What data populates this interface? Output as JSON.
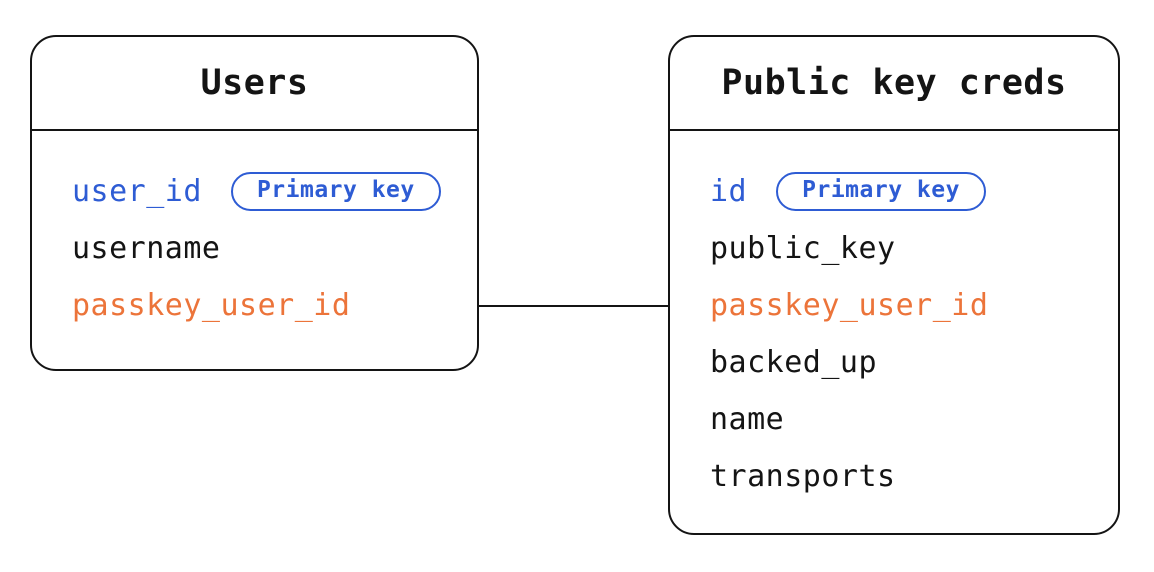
{
  "colors": {
    "background": "#ffffff",
    "outline_and_text": "#141414",
    "primary_key_blue": "#2e5cd4",
    "linked_field_orange": "#ec743a"
  },
  "diagram": {
    "tables": [
      {
        "title": "Users",
        "fields": [
          {
            "name": "user_id",
            "role": "primary",
            "badge": "Primary key"
          },
          {
            "name": "username",
            "role": "normal"
          },
          {
            "name": "passkey_user_id",
            "role": "linked"
          }
        ]
      },
      {
        "title": "Public key creds",
        "fields": [
          {
            "name": "id",
            "role": "primary",
            "badge": "Primary key"
          },
          {
            "name": "public_key",
            "role": "normal"
          },
          {
            "name": "passkey_user_id",
            "role": "linked"
          },
          {
            "name": "backed_up",
            "role": "normal"
          },
          {
            "name": "name",
            "role": "normal"
          },
          {
            "name": "transports",
            "role": "normal"
          }
        ]
      }
    ],
    "relationship": {
      "from_table": "Users",
      "from_field": "passkey_user_id",
      "to_table": "Public key creds",
      "to_field": "passkey_user_id"
    }
  }
}
